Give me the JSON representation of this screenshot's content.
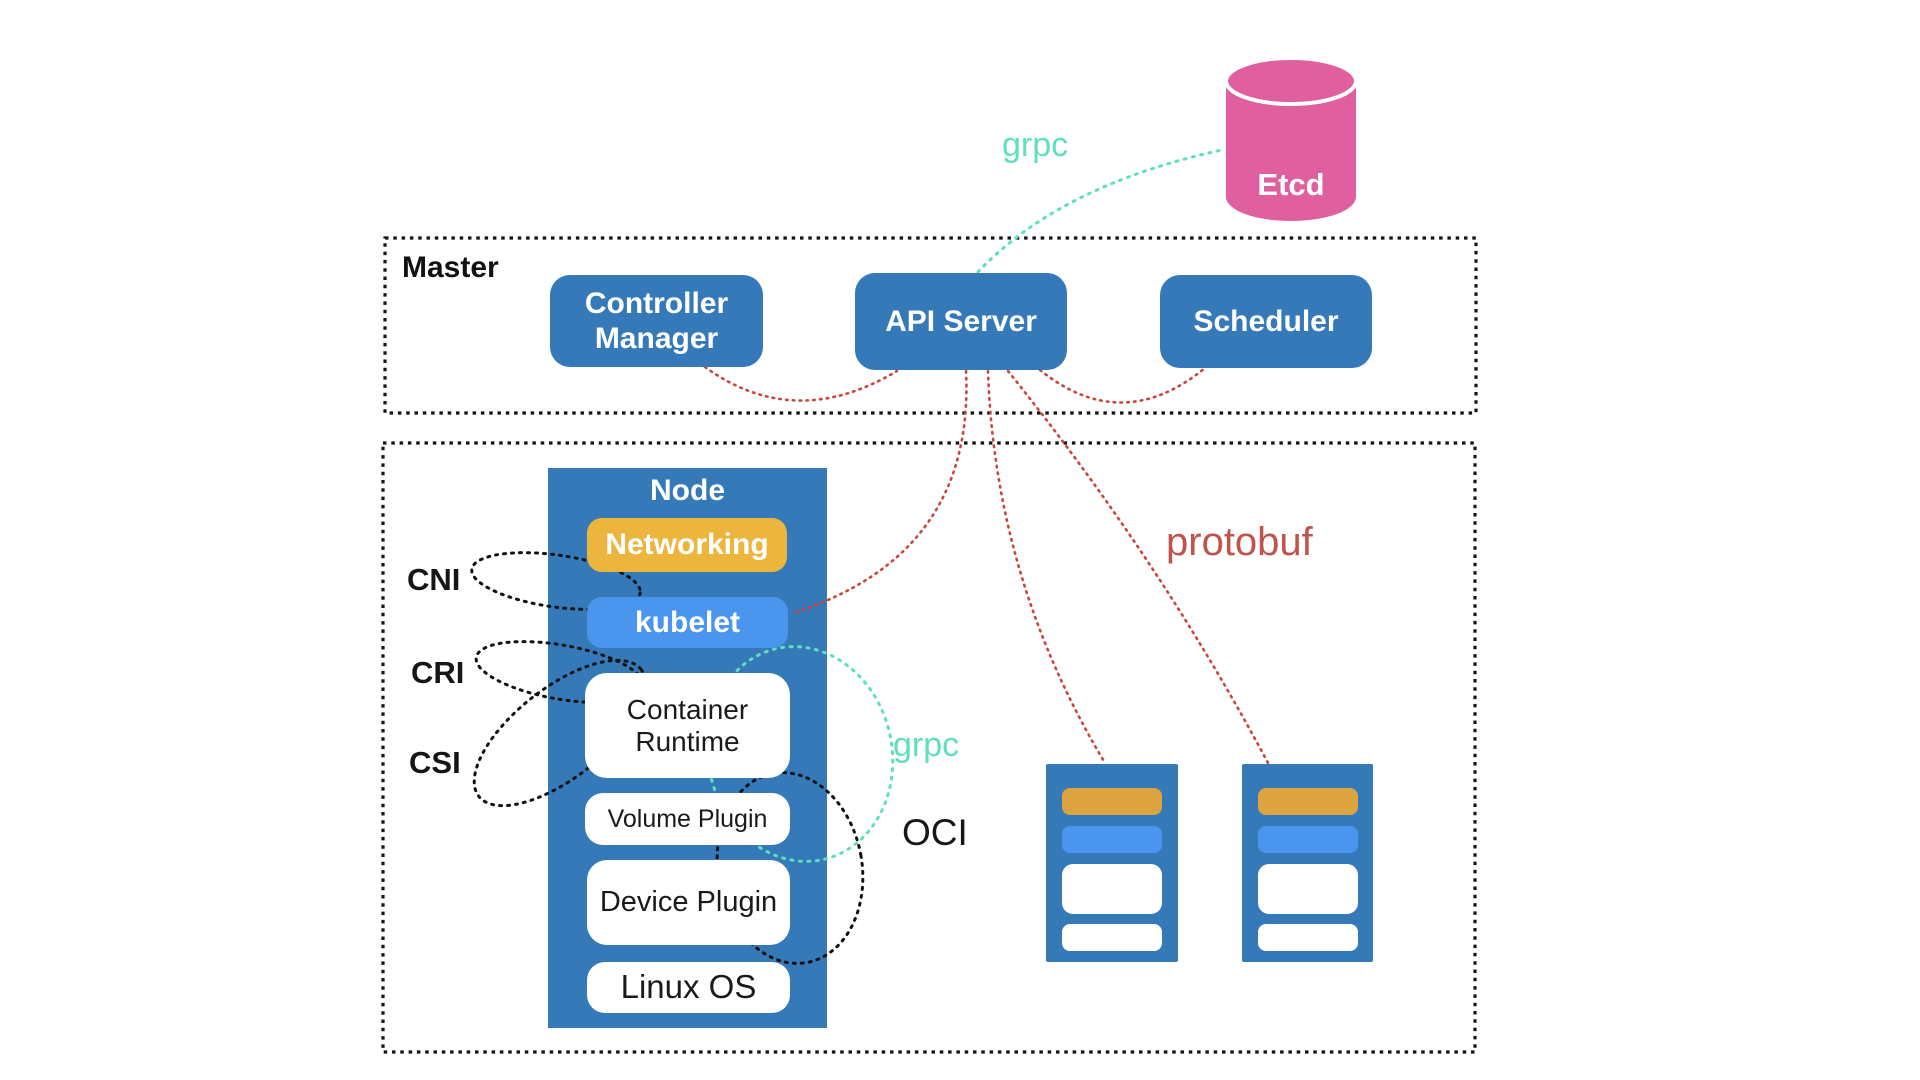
{
  "colors": {
    "box-blue": "#3579b8",
    "light-blue": "#4a96ef",
    "yellow": "#ecb53d",
    "mini-yellow": "#dca33f",
    "pink": "#e0609f",
    "teal": "#5fdfbf",
    "red-line": "#c9463c",
    "red-label": "#c0544c"
  },
  "etcd": {
    "label": "Etcd"
  },
  "master": {
    "label": "Master",
    "components": [
      {
        "label": "Controller Manager"
      },
      {
        "label": "API Server"
      },
      {
        "label": "Scheduler"
      }
    ]
  },
  "node": {
    "label": "Node",
    "networking": "Networking",
    "kubelet": "kubelet",
    "container_runtime": "Container Runtime",
    "volume_plugin": "Volume Plugin",
    "device_plugin": "Device Plugin",
    "linux_os": "Linux OS"
  },
  "interface_labels": {
    "cni": "CNI",
    "cri": "CRI",
    "csi": "CSI",
    "oci": "OCI"
  },
  "protocol_labels": {
    "grpc_etcd": "grpc",
    "grpc_runtime": "grpc",
    "protobuf": "protobuf"
  }
}
